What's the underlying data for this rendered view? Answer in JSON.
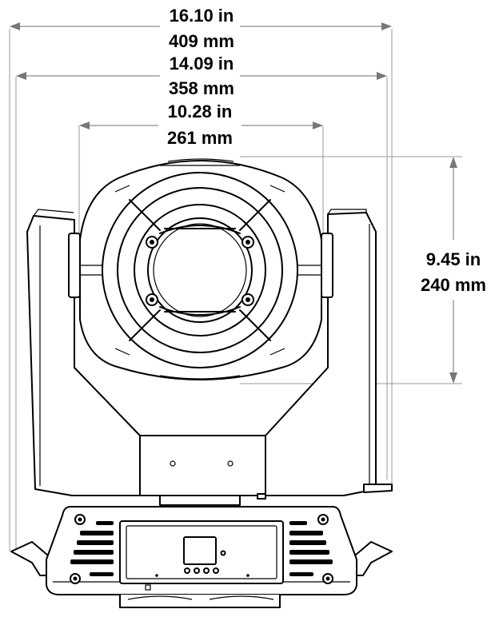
{
  "dimensions": {
    "overall_width_in": "16.10 in",
    "overall_width_mm": "409 mm",
    "arm_width_in": "14.09 in",
    "arm_width_mm": "358 mm",
    "head_width_in": "10.28 in",
    "head_width_mm": "261 mm",
    "head_height_in": "9.45 in",
    "head_height_mm": "240 mm"
  },
  "colors": {
    "outline": "#000000",
    "dimension_line": "#8a8a8a",
    "background": "#ffffff"
  }
}
